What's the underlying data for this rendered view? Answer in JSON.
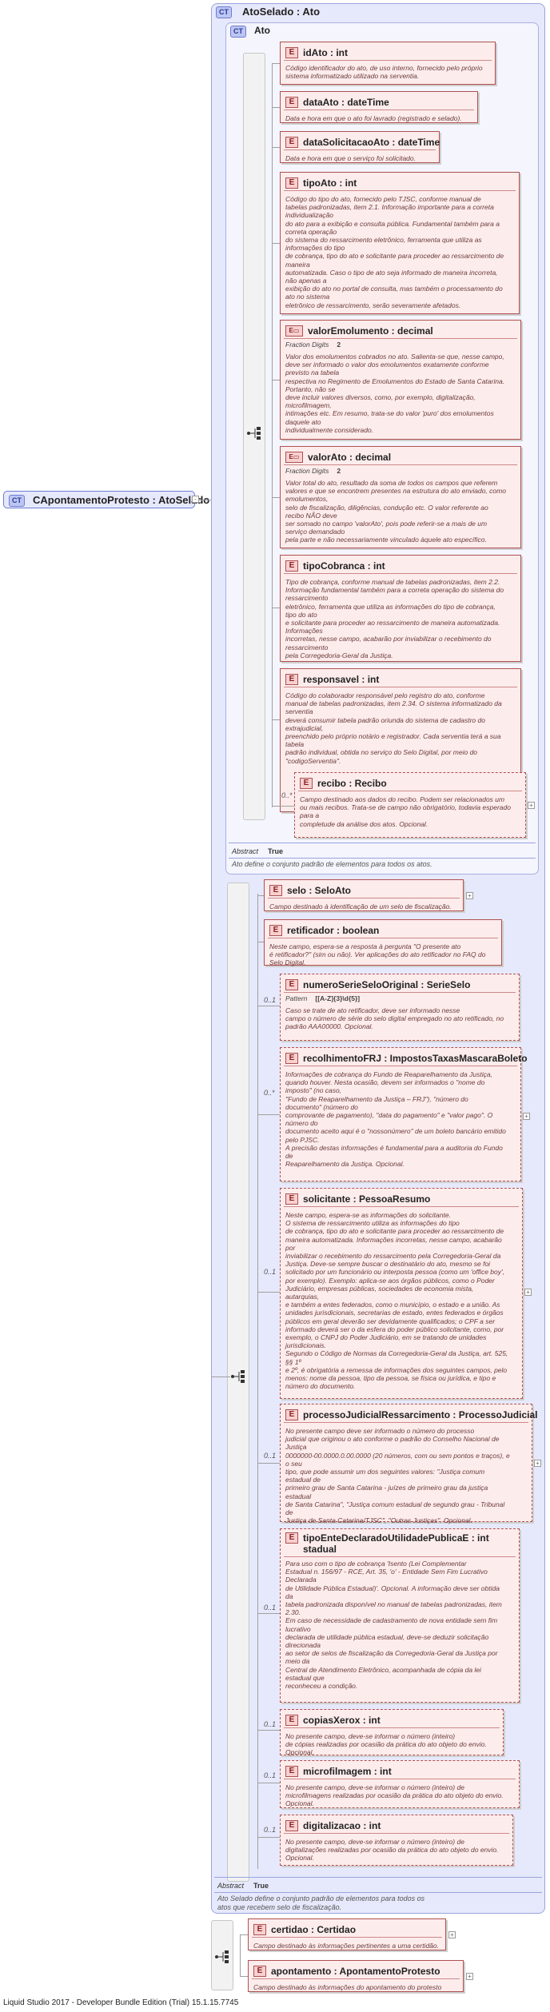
{
  "root": {
    "badge": "CT",
    "name": "CApontamentoProtesto : AtoSelado"
  },
  "atoselado": {
    "badge": "CT",
    "name": "AtoSelado : Ato"
  },
  "ato": {
    "badge": "CT",
    "name": "Ato",
    "abstract_label": "Abstract",
    "abstract_value": "True",
    "description": "Ato define o conjunto padrão de elementos para todos os atos.",
    "elements": [
      {
        "badge": "E",
        "name": "idAto      : int",
        "desc": "Código identificador do ato, de uso interno, fornecido pelo próprio\nsistema informatizado utilizado na serventia."
      },
      {
        "badge": "E",
        "name": "dataAto   : dateTime",
        "desc": "Data e hora em que o ato foi lavrado (registrado e selado)."
      },
      {
        "badge": "E",
        "name": "dataSolicitacaoAto : dateTime",
        "desc": "Data e hora em que o serviço foi solicitado."
      },
      {
        "badge": "E",
        "name": "tipoAto     : int",
        "desc": "Código do tipo do ato, fornecido pelo TJSC, conforme manual de\ntabelas padronizadas, item 2.1. Informação importante para a correta\nindividualização\ndo ato para a exibição e consulta pública. Fundamental também para a\ncorreta operação\ndo sistema do ressarcimento eletrônico, ferramenta que utiliza as\ninformações do tipo\nde cobrança, tipo do ato e solicitante para proceder ao ressarcimento de\nmaneira\nautomatizada. Caso o tipo de ato seja informado de maneira incorreta,\nnão apenas a\nexibição do ato no portal de consulta, mas também o processamento do\nato no sistema\neletrônico de ressarcimento, serão severamente afetados."
      },
      {
        "badge": "E",
        "ext": true,
        "name": "valorEmolumento  : decimal",
        "facet_label": "Fraction Digits",
        "facet_value": "2",
        "desc": "Valor dos emolumentos cobrados no ato. Salienta-se que, nesse campo,\ndeve ser informado o valor dos emolumentos exatamente conforme\nprevisto na tabela\nrespectiva no Regimento de Emolumentos do Estado de Santa Catarina.\nPortanto, não se\ndeve incluir valores diversos, como, por exemplo, digitalização,\nmicrofilmagem,\nintimações etc. Em resumo, trata-se do valor 'puro' dos emolumentos\ndaquele ato\nindividualmente considerado."
      },
      {
        "badge": "E",
        "ext": true,
        "name": "valorAto  : decimal",
        "facet_label": "Fraction Digits",
        "facet_value": "2",
        "desc": "Valor total do ato, resultado da soma de todos os campos que referem\nvalores e que se encontrem presentes na estrutura do ato enviado, como\nemolumentos,\nselo de fiscalização, diligências, condução etc. O valor referente ao\nrecibo NÃO deve\nser somado no campo 'valorAto', pois pode referir-se a mais de um\nserviço demandado\npela parte e não necessariamente vinculado àquele ato específico."
      },
      {
        "badge": "E",
        "name": "tipoCobranca  : int",
        "desc": "Tipo de cobrança, conforme manual de tabelas padronizadas, item 2.2.\nInformação fundamental também para a correta operação do sistema do\nressarcimento\neletrônico, ferramenta que utiliza as informações do tipo de cobrança,\ntipo do ato\ne solicitante para proceder ao ressarcimento de maneira automatizada.\nInformações\nincorretas, nesse campo, acabarão por inviabilizar o recebimento do\nressarcimento\npela Corregedoria-Geral da Justiça."
      },
      {
        "badge": "E",
        "name": "responsavel  : int",
        "desc": "Código do colaborador responsável pelo registro do ato, conforme\nmanual de tabelas padronizadas, item 2.34. O sistema informatizado da\nserventia\ndeverá consumir tabela padrão oriunda do sistema de cadastro do\nextrajudicial,\npreenchido pelo próprio notário e registrador. Cada serventia terá a sua\ntabela\npadrão individual, obtida no serviço do Selo Digital, por meio do\n\"codigoServentia\"."
      },
      {
        "badge": "E",
        "name": "recibo     : Recibo",
        "card": "0..*",
        "desc": "Campo destinado aos dados do recibo. Podem ser relacionados um\nou mais recibos. Trata-se de campo não obrigatório, todavia esperado\npara a\ncompletude da análise dos atos. Opcional."
      }
    ]
  },
  "atoselado_body": {
    "abstract_label": "Abstract",
    "abstract_value": "True",
    "description": "Ato Selado define o conjunto padrão de elementos para todos os\natos que recebem selo de fiscalização.",
    "elements": [
      {
        "badge": "E",
        "name": "selo         : SeloAto",
        "desc": "Campo destinado à identificação de um selo de fiscalização."
      },
      {
        "badge": "E",
        "name": "retificador  : boolean",
        "desc": "Neste campo, espera-se a resposta à pergunta \"O presente ato\né retificador?\" (sim ou não). Ver aplicações do ato retificador no FAQ do\nSelo Digital."
      },
      {
        "badge": "E",
        "name": "numeroSerieSeloOriginal  : SerieSelo",
        "card": "0..1",
        "facet_label": "Pattern",
        "facet_value": "[[A-Z]{3}\\d{5}]",
        "desc": "Caso se trate de ato retificador, deve ser informado nesse\ncampo o número de série do selo digital empregado no ato retificado, no\npadrão AAA00000. Opcional."
      },
      {
        "badge": "E",
        "name": "recolhimentoFRJ  : ImpostosTaxasMascaraBoleto",
        "card": "0..*",
        "desc": "Informações de cobrança do Fundo de Reaparelhamento da Justiça,\nquando houver. Nesta ocasião, devem ser informados o \"nome do\nimposto\" (no caso,\n\"Fundo de Reaparelhamento da Justiça – FRJ\"), \"número do\ndocumento\" (número do\ncomprovante de pagamento), \"data do pagamento\" e \"valor pago\". O\nnúmero do\ndocumento aceito aqui é o \"nossonúmero\" de um boleto bancário emitido\npelo PJSC.\nA precisão destas informações é fundamental para a auditoria do Fundo\nde\nReaparelhamento da Justiça. Opcional."
      },
      {
        "badge": "E",
        "name": "solicitante  : PessoaResumo",
        "card": "0..1",
        "desc": "Neste campo, espera-se as informações do solicitante.\nO sistema de ressarcimento utiliza as informações do tipo\nde cobrança, tipo do ato e solicitante para proceder ao ressarcimento de\nmaneira automatizada. Informações incorretas, nesse campo, acabarão\npor\ninviabilizar o recebimento do ressarcimento pela Corregedoria-Geral da\nJustiça. Deve-se sempre buscar o destinatário do ato, mesmo se foi\nsolicitado por um funcionário ou interposta pessoa (como um 'office boy',\npor exemplo). Exemplo: aplica-se aos órgãos públicos, como o Poder\nJudiciário, empresas públicas, sociedades de economia mista,\nautarquias,\ne também a entes federados, como o município, o estado e a união. As\nunidades jurisdicionais, secretarias de estado, entes federados e órgãos\npúblicos em geral deverão ser devidamente qualificados; o CPF a ser\ninformado deverá ser o da esfera do poder público solicitante, como, por\nexemplo, o CNPJ do Poder Judiciário, em se tratando de unidades\njurisdicionais.\nSegundo o Código de Normas da Corregedoria-Geral da Justiça, art. 525,\n§§ 1º\ne 2º, é obrigatória a remessa de informações dos seguintes campos, pelo\nmenos: nome da pessoa, tipo da pessoa, se física ou jurídica, e tipo e\nnúmero do documento."
      },
      {
        "badge": "E",
        "name": "processoJudicialRessarcimento  : ProcessoJudicial",
        "card": "0..1",
        "desc": "No presente campo deve ser informado o número do processo\njudicial que originou o ato conforme o padrão do Conselho Nacional de\nJustiça\n0000000-00.0000.0.00.0000 (20 números, com ou sem pontos e traços), e\no seu\ntipo, que pode assumir um dos seguintes valores: \"Justiça comum\nestadual de\nprimeiro grau de Santa Catarina - juízes de primeiro grau da justiça\nestadual\nde Santa Catarina\", \"Justiça comum estadual de segundo grau - Tribunal\nde\nJustiça de Santa Catarina/TJSC\", \"Outras Justiças\". Opcional."
      },
      {
        "badge": "E",
        "name": "tipoEnteDeclaradoUtilidadePublicaE  : int",
        "name2": "stadual",
        "card": "0..1",
        "desc": "Para uso com o tipo de cobrança 'Isento (Lei Complementar\nEstadual n. 156/97 - RCE, Art. 35, 'o' - Entidade Sem Fim Lucrativo\nDeclarada\nde Utilidade Pública Estadual)'. Opcional. A informação deve ser obtida\nda\ntabela padronizada disponível no manual de tabelas padronizadas, item\n2.30.\nEm caso de necessidade de cadastramento de nova entidade sem fim\nlucrativo\ndeclarada de utilidade pública estadual, deve-se deduzir solicitação\ndirecionada\nao setor de selos de fiscalização da Corregedoria-Geral da Justiça por\nmeio da\nCentral de Atendimento Eletrônico, acompanhada de cópia da lei\nestadual que\nreconheceu a condição."
      },
      {
        "badge": "E",
        "name": "copiasXerox  : int",
        "card": "0..1",
        "desc": "No presente campo, deve-se informar o número (inteiro)\nde cópias realizadas por ocasião da prática do ato objeto do envio.\nOpcional."
      },
      {
        "badge": "E",
        "name": "microfilmagem  : int",
        "card": "0..1",
        "desc": "No presente campo, deve-se informar o número (inteiro) de\nmicrofilmagens realizadas por ocasião da prática do ato objeto do envio.\nOpcional."
      },
      {
        "badge": "E",
        "name": "digitalizacao  : int",
        "card": "0..1",
        "desc": "No presente campo, deve-se informar o número (inteiro) de\ndigitalizações realizadas por ocasião da prática do ato objeto do envio.\nOpcional."
      }
    ]
  },
  "root_elements": [
    {
      "badge": "E",
      "name": "certidao   : Certidao",
      "desc": "Campo destinado às informações pertinentes a uma certidão."
    },
    {
      "badge": "E",
      "name": "apontamento  : ApontamentoProtesto",
      "desc": "Campo destinado às informações do apontamento do protesto"
    }
  ],
  "footer": "Liquid Studio 2017 - Developer Bundle Edition (Trial) 15.1.15.7745",
  "colors": {
    "ct_panel": "#e6e9fb",
    "element_fill": "#fdecec",
    "element_border": "#b05050"
  }
}
